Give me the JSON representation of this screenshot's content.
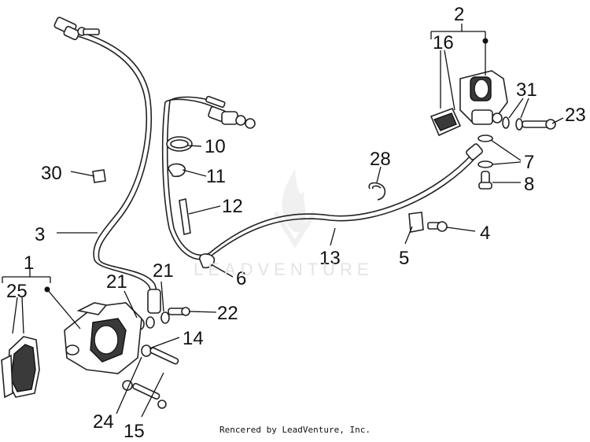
{
  "callouts": [
    "1",
    "2",
    "3",
    "4",
    "5",
    "6",
    "7",
    "8",
    "10",
    "11",
    "12",
    "13",
    "14",
    "15",
    "16",
    "21",
    "21",
    "22",
    "23",
    "24",
    "25",
    "28",
    "30",
    "31"
  ],
  "watermark": "LEADVENTURE",
  "footer": "Rencered by LeadVenture, Inc."
}
